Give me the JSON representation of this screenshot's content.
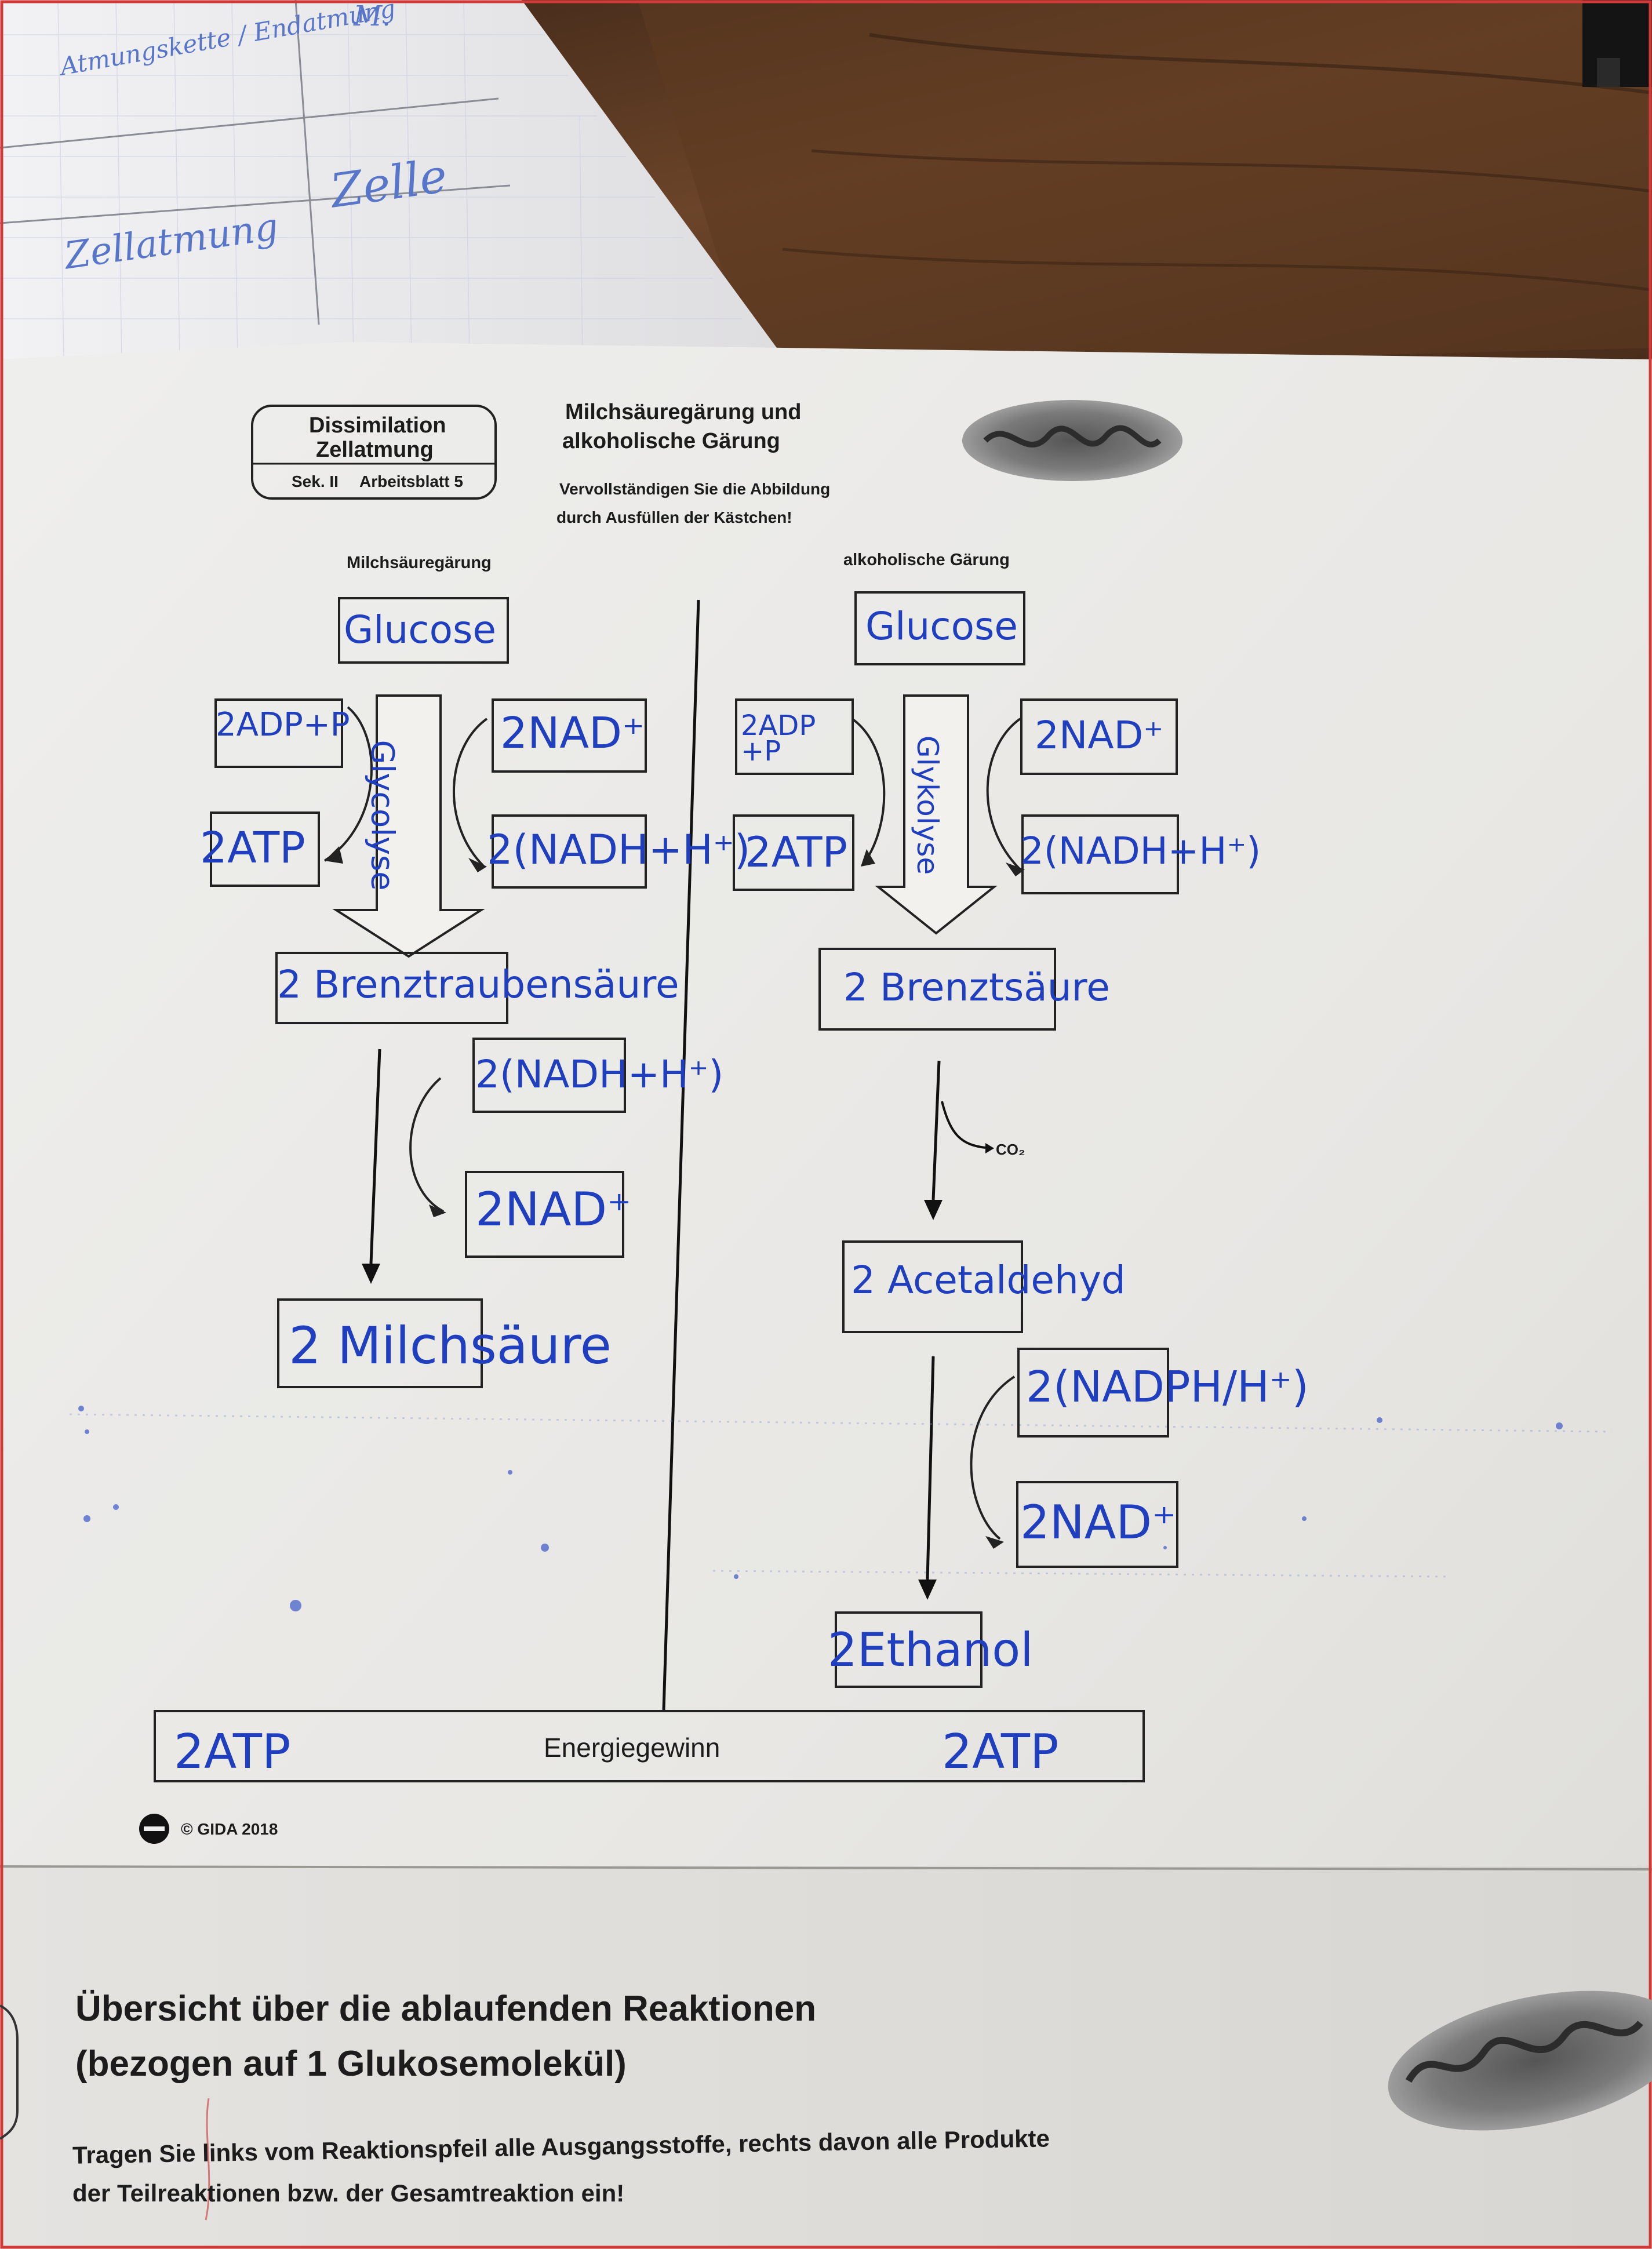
{
  "back_sheet": {
    "cell_1": "Atmungskette / Endatmung",
    "cell_2": "M.",
    "cell_3": "Zellatmung",
    "cell_4": "Zelle"
  },
  "worksheet": {
    "header": {
      "topic": "Dissimilation",
      "subtopic": "Zellatmung",
      "level": "Sek. II",
      "sheet": "Arbeitsblatt 5",
      "title_line1": "Milchsäuregärung und",
      "title_line2": "alkoholische Gärung",
      "instruction_line1": "Vervollständigen Sie die Abbildung",
      "instruction_line2": "durch Ausfüllen der Kästchen!"
    },
    "left": {
      "heading": "Milchsäuregärung",
      "glucose": "Glucose",
      "adp": "2ADP+P",
      "nad": "2NAD⁺",
      "glykolyse": "Glycolyse",
      "atp": "2ATP",
      "nadh": "2(NADH+H⁺)",
      "pyruvate": "2 Brenztraubensäure",
      "nadh2": "2(NADH+H⁺)",
      "nad2": "2NAD⁺",
      "product": "2 Milchsäure"
    },
    "right": {
      "heading": "alkoholische Gärung",
      "glucose": "Glucose",
      "adp": "2ADP +P",
      "nad": "2NAD⁺",
      "glykolyse": "Glykolyse",
      "atp": "2ATP",
      "nadh": "2(NADH+H⁺)",
      "pyruvate": "2 Brenztsäure",
      "co2": "CO₂",
      "acetaldehyd": "2 Acetaldehyd",
      "nadh2": "2(NADPH/H⁺)",
      "nad2": "2NAD⁺",
      "product": "2Ethanol"
    },
    "energy": {
      "label": "Energiegewinn",
      "left_atp": "2ATP",
      "right_atp": "2ATP"
    },
    "copyright": "© GIDA 2018"
  },
  "bottom_sheet": {
    "title_line1": "Übersicht über die ablaufenden Reaktionen",
    "title_line2": "(bezogen auf 1 Glukosemolekül)",
    "instruction_line1": "Tragen Sie links vom Reaktionspfeil alle Ausgangsstoffe, rechts davon alle Produkte",
    "instruction_line2": "der Teilreaktionen bzw. der Gesamtreaktion ein!"
  },
  "colors": {
    "table": "#5a3722",
    "paper": "#e9e8e6",
    "ink_blue": "#1f3fbf",
    "print": "#1c1c1c",
    "frame_red": "#d23a3a"
  }
}
